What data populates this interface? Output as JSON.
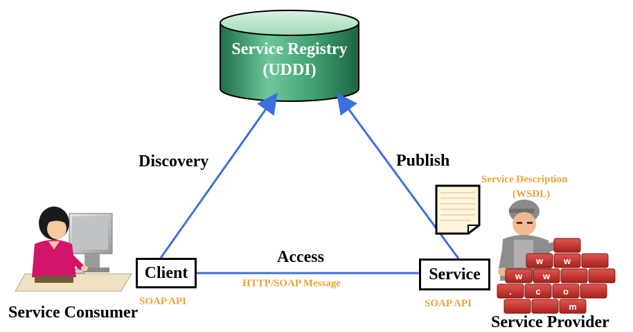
{
  "registry": {
    "title": "Service Registry",
    "subtitle": "(UDDI)"
  },
  "edges": {
    "discovery": "Discovery",
    "publish": "Publish",
    "access": "Access",
    "access_protocol": "HTTP/SOAP Message"
  },
  "client": {
    "label": "Client",
    "api": "SOAP API",
    "role": "Service Consumer"
  },
  "service": {
    "label": "Service",
    "api": "SOAP API",
    "role": "Service Provider"
  },
  "wsdl": {
    "title": "Service Description",
    "subtitle": "(WSDL)"
  },
  "brick_wall": {
    "letters": [
      "w",
      "w",
      "w",
      "w",
      ".",
      "c",
      "o",
      "m"
    ]
  },
  "colors": {
    "arrow": "#3b6fe0",
    "registry_top": "#9fd9b6",
    "registry_body": "#2f8a63",
    "orange_text": "#e8a23a"
  }
}
